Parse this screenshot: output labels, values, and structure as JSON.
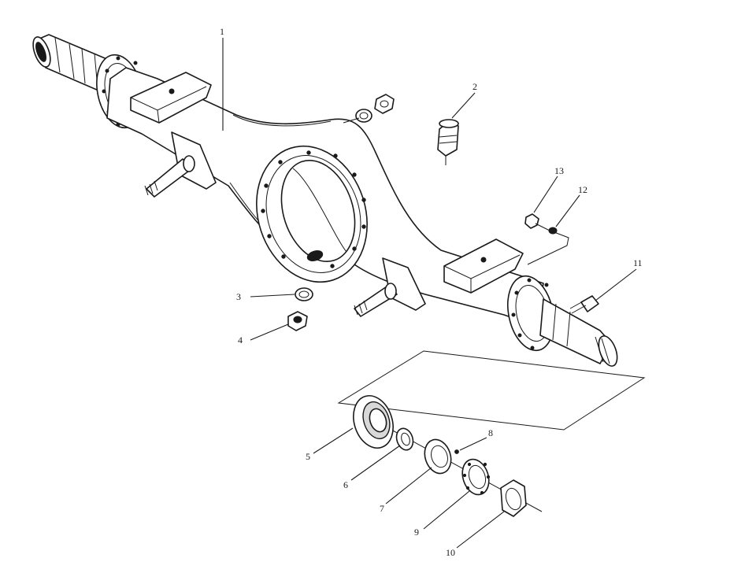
{
  "parts": [
    {
      "id": "part-1",
      "label": "1"
    },
    {
      "id": "part-2",
      "label": "2"
    },
    {
      "id": "part-3",
      "label": "3"
    },
    {
      "id": "part-4",
      "label": "4"
    },
    {
      "id": "part-5",
      "label": "5"
    },
    {
      "id": "part-6",
      "label": "6"
    },
    {
      "id": "part-7",
      "label": "7"
    },
    {
      "id": "part-8",
      "label": "8"
    },
    {
      "id": "part-9",
      "label": "9"
    },
    {
      "id": "part-10",
      "label": "10"
    },
    {
      "id": "part-11",
      "label": "11"
    },
    {
      "id": "part-12",
      "label": "12"
    },
    {
      "id": "part-13",
      "label": "13"
    }
  ],
  "colors": {
    "ink": "#1a1a1a",
    "paper": "#ffffff"
  }
}
